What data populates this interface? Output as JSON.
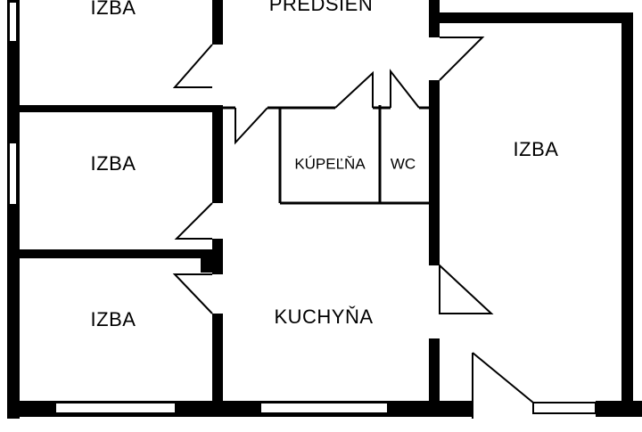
{
  "floor_plan": {
    "rooms": {
      "room_top_left": "IZBA",
      "hallway": "PREDSIEŇ",
      "room_mid_left": "IZBA",
      "bathroom": "KÚPEĽŇA",
      "wc": "WC",
      "room_right": "IZBA",
      "room_bottom_left": "IZBA",
      "kitchen": "KUCHYŇA"
    }
  }
}
